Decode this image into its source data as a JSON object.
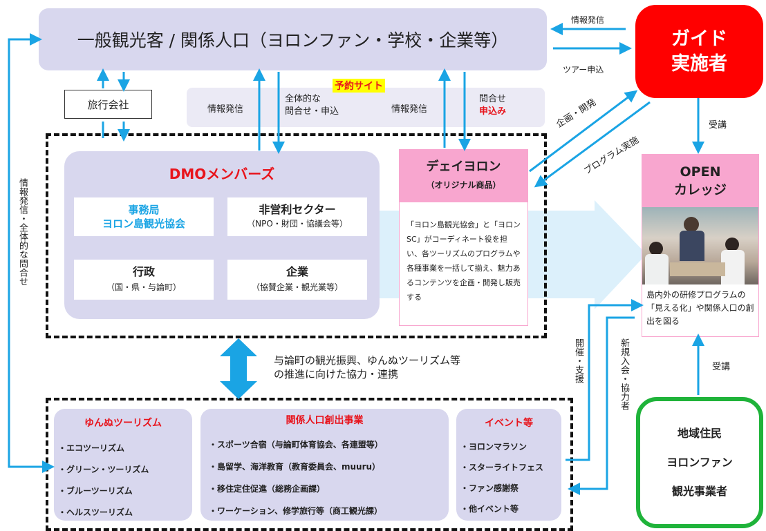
{
  "top_box": {
    "label": "一般観光客 / 関係人口（ヨロンファン・学校・企業等）"
  },
  "guide": {
    "line1": "ガイド",
    "line2": "実施者"
  },
  "guide_arrows": {
    "info": "情報発信",
    "tour": "ツアー申込"
  },
  "travel_agency": "旅行会社",
  "booking_site": {
    "title": "予約サイト",
    "info_left": "情報発信",
    "inquiry_line1": "全体的な",
    "inquiry_line2": "問合せ・申込",
    "info_right": "情報発信",
    "apply_line1": "問合せ",
    "apply_line2": "申込み"
  },
  "left_vertical": "情報発信・全体的な問合せ",
  "dmo": {
    "title": "DMOメンバーズ",
    "secretariat_line1": "事務局",
    "secretariat_line2": "ヨロン島観光協会",
    "nonprofit_title": "非営利セクター",
    "nonprofit_sub": "（NPO・財団・協議会等）",
    "admin_title": "行政",
    "admin_sub": "（国・県・与論町）",
    "company_title": "企業",
    "company_sub": "（協賛企業・観光業等）"
  },
  "day_yoron": {
    "title": "デェイヨロン",
    "sub": "（オリジナル商品）",
    "desc": "「ヨロン島観光協会」と「ヨロンSC」がコーディネート役を担い、各ツーリズムのプログラムや各種事業を一括して揃え、魅力あるコンテンツを企画・開発し販売する"
  },
  "diag_arrows": {
    "plan": "企画・開発",
    "program": "プログラム実施"
  },
  "attend_top": "受講",
  "open_college": {
    "line1": "OPEN",
    "line2": "カレッジ",
    "desc": "島内外の研修プログラムの「見える化」や関係人口の創出を図る"
  },
  "cooperation": {
    "line1": "与論町の観光振興、ゆんぬツーリズム等",
    "line2": "の推進に向けた協力・連携"
  },
  "vertical_open": "開催・支援",
  "vertical_join": "新規入会・協力者",
  "attend_bottom": "受講",
  "community": {
    "line1": "地域住民",
    "line2": "ヨロンファン",
    "line3": "観光事業者"
  },
  "yunnu": {
    "title": "ゆんぬツーリズム",
    "items": [
      "・エコツーリズム",
      "・グリーン・ツーリズム",
      "・ブルーツーリズム",
      "・ヘルスツーリズム"
    ]
  },
  "kankei": {
    "title": "関係人口創出事業",
    "items": [
      "・スポーツ合宿（与論町体育協会、各連盟等）",
      "・島留学、海洋教育（教育委員会、muuru）",
      "・移住定住促進（総務企画課）",
      "・ワーケーション、修学旅行等（商工観光課）"
    ]
  },
  "event": {
    "title": "イベント等",
    "items": [
      "・ヨロンマラソン",
      "・スターライトフェス",
      "・ファン感謝祭",
      "・他イベント等"
    ]
  },
  "colors": {
    "blue": "#1aa4e4",
    "red": "#e8141c",
    "lavender": "#d8d7ee",
    "pink": "#f8a6cf",
    "green": "#1fb33a"
  }
}
